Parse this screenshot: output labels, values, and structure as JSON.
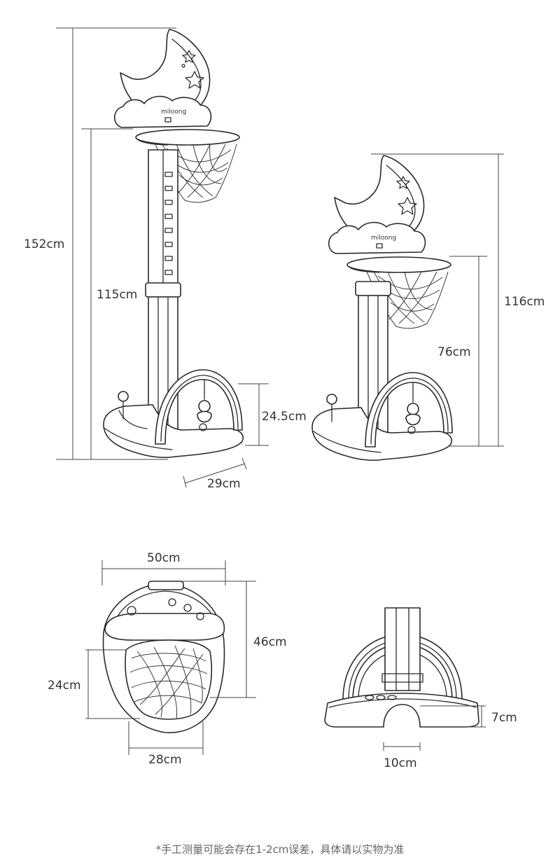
{
  "brand_text": "miloong",
  "colors": {
    "line": "#2a2a2a",
    "text": "#333333",
    "note": "#666666",
    "background": "#ffffff"
  },
  "dimensions": {
    "tall_total_height": "152cm",
    "tall_rim_height": "115cm",
    "tall_base_height": "24.5cm",
    "tall_base_depth": "29cm",
    "short_total_height": "116cm",
    "short_rim_height": "76cm",
    "top_width": "50cm",
    "top_depth": "46cm",
    "top_rim_depth": "24cm",
    "top_rim_width": "28cm",
    "front_base_height": "7cm",
    "front_opening_width": "10cm"
  },
  "footnote": "*手工测量可能会存在1-2cm误差，具体请以实物为准"
}
